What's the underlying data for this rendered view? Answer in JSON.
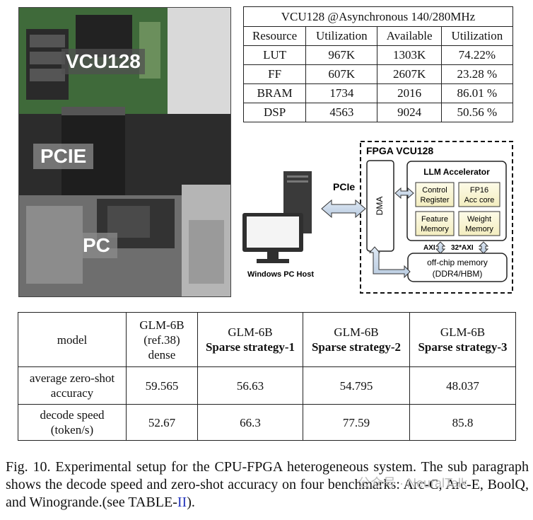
{
  "photo": {
    "labels": {
      "board": "VCU128",
      "cable": "PCIE",
      "pc": "PC"
    }
  },
  "util_table": {
    "caption": "VCU128 @Asynchronous 140/280MHz",
    "headers": [
      "Resource",
      "Utilization",
      "Available",
      "Utilization"
    ],
    "rows": [
      [
        "LUT",
        "967K",
        "1303K",
        "74.22%"
      ],
      [
        "FF",
        "607K",
        "2607K",
        "23.28 %"
      ],
      [
        "BRAM",
        "1734",
        "2016",
        "86.01 %"
      ],
      [
        "DSP",
        "4563",
        "9024",
        "50.56 %"
      ]
    ]
  },
  "diagram": {
    "fpga_title": "FPGA VCU128",
    "accel_title": "LLM Accelerator",
    "dma": "DMA",
    "pcie": "PCIe",
    "host": "Windows PC Host",
    "blocks": {
      "control_1": "Control",
      "control_2": "Register",
      "fp16_1": "FP16",
      "fp16_2": "Acc core",
      "feature_1": "Feature",
      "feature_2": "Memory",
      "weight_1": "Weight",
      "weight_2": "Memory"
    },
    "axi": "AXI",
    "axi32": "32*AXI",
    "mem_1": "off-chip memory",
    "mem_2": "(DDR4/HBM)"
  },
  "results_table": {
    "model_label": "model",
    "columns": [
      {
        "line1": "GLM-6B",
        "line2": "(ref.38)",
        "line3": "dense"
      },
      {
        "line1": "GLM-6B",
        "line2": "Sparse strategy-1"
      },
      {
        "line1": "GLM-6B",
        "line2": "Sparse strategy-2"
      },
      {
        "line1": "GLM-6B",
        "line2": "Sparse strategy-3"
      }
    ],
    "rows": [
      {
        "label1": "average zero-shot",
        "label2": "accuracy",
        "values": [
          "59.565",
          "56.63",
          "54.795",
          "48.037"
        ]
      },
      {
        "label1": "decode speed",
        "label2": "(token/s)",
        "values": [
          "52.67",
          "66.3",
          "77.59",
          "85.8"
        ]
      }
    ]
  },
  "caption": {
    "text": "Fig. 10.    Experimental setup for the CPU-FPGA heterogeneous system. The sub paragraph shows the decode speed and zero-shot accuracy on four benchmarks: Arc-C, Arc-E, BoolQ, and Winogrande.(see TABLE-",
    "ref": "II",
    "tail": ").",
    "watermark": "公众号 · NeuralTalk"
  }
}
